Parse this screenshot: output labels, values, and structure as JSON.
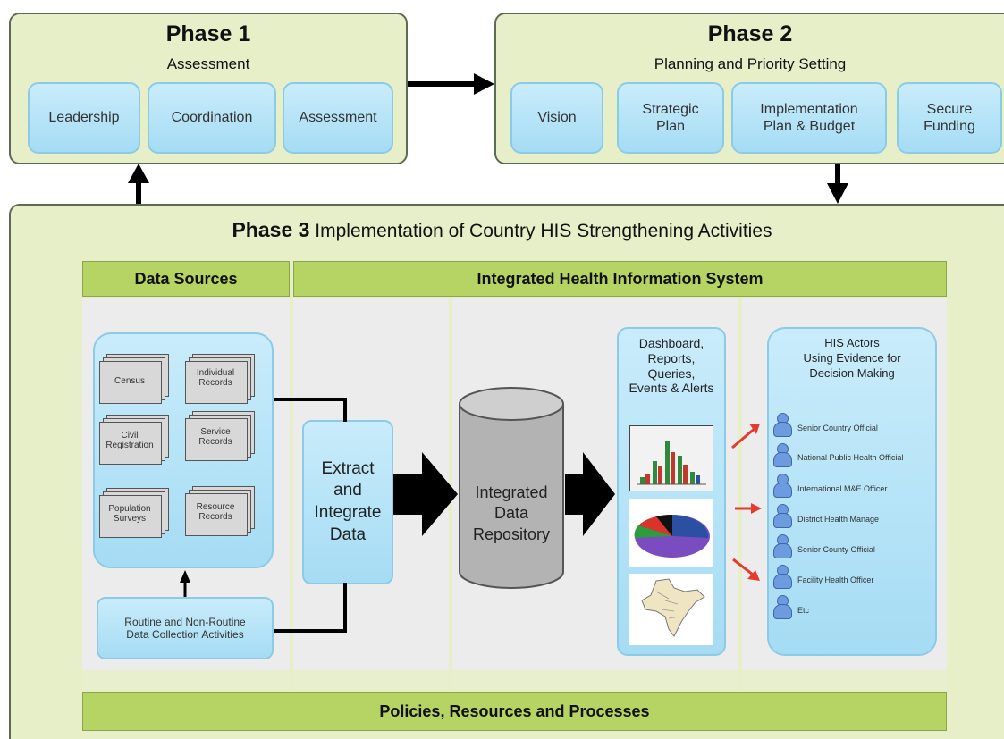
{
  "phase1": {
    "title": "Phase 1",
    "subtitle": "Assessment",
    "items": [
      "Leadership",
      "Coordination",
      "Assessment"
    ]
  },
  "phase2": {
    "title": "Phase 2",
    "subtitle": "Planning and Priority Setting",
    "items": [
      "Vision",
      "Strategic\nPlan",
      "Implementation\nPlan & Budget",
      "Secure\nFunding"
    ]
  },
  "phase3": {
    "title": "Phase 3",
    "subtitle": "Implementation of Country HIS Strengthening Activities",
    "data_sources_header": "Data Sources",
    "his_header": "Integrated Health Information System",
    "sources": [
      "Census",
      "Individual\nRecords",
      "Civil\nRegistration",
      "Service\nRecords",
      "Population\nSurveys",
      "Resource\nRecords"
    ],
    "collection": "Routine and Non-Routine\nData Collection Activities",
    "extract": "Extract\nand\nIntegrate\nData",
    "repository": "Integrated\nData\nRepository",
    "outputs_title": "Dashboard,\nReports,\nQueries,\nEvents & Alerts",
    "actors_title": "HIS Actors\nUsing Evidence for\nDecision Making",
    "actors": [
      "Senior Country Official",
      "National Public Health Official",
      "International M&E Officer",
      "District Health Manage",
      "Senior County Official",
      "Facility Health Officer",
      "Etc"
    ],
    "footer": "Policies, Resources and Processes"
  },
  "colors": {
    "phase_fill": "#e6efc8",
    "pill_fill": "#b8e4f8",
    "bar_green": "#b5d463",
    "arrow_red": "#e53b2e"
  }
}
